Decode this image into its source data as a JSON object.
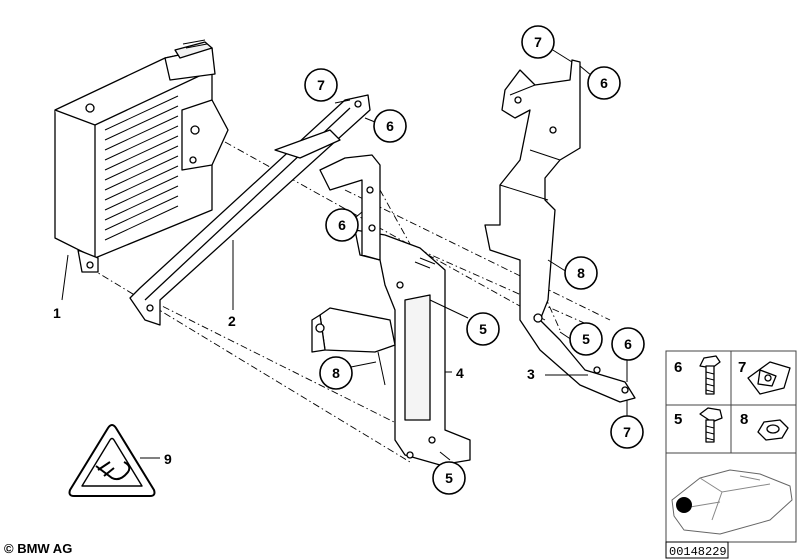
{
  "callouts": {
    "c1": "1",
    "c2": "2",
    "c3": "3",
    "c4": "4",
    "c5a": "5",
    "c5b": "5",
    "c5c": "5",
    "c6a": "6",
    "c6b": "6",
    "c6c": "6",
    "c6d": "6",
    "c7a": "7",
    "c7b": "7",
    "c7c": "7",
    "c8a": "8",
    "c8b": "8",
    "c9": "9"
  },
  "legend": {
    "items": [
      {
        "number": "6",
        "icon": "bolt-icon"
      },
      {
        "number": "7",
        "icon": "clip-nut-icon"
      },
      {
        "number": "5",
        "icon": "bolt-icon"
      },
      {
        "number": "8",
        "icon": "hex-nut-icon"
      }
    ],
    "vehicle_icon": "car-location-icon"
  },
  "footer": {
    "copyright": "© BMW AG",
    "diagram_id": "00148229"
  }
}
